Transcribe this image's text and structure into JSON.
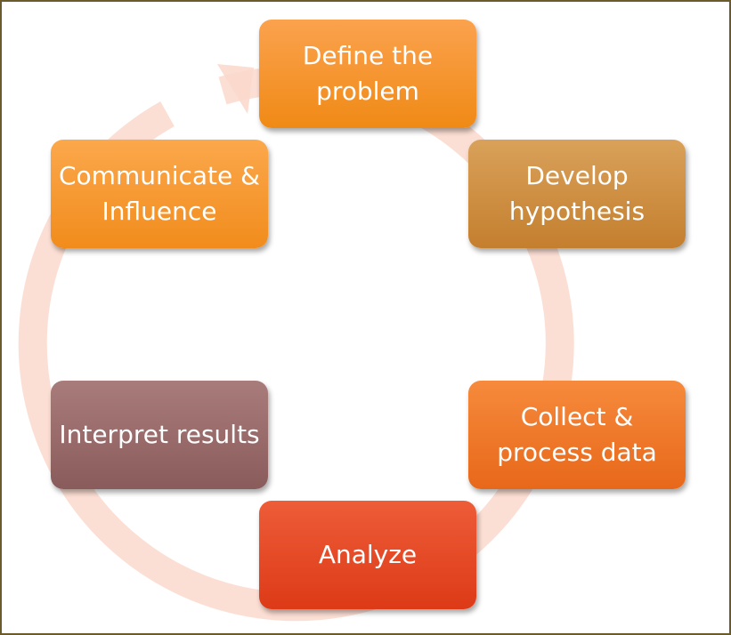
{
  "diagram": {
    "nodes": [
      {
        "id": "define",
        "label": "Define the problem"
      },
      {
        "id": "develop",
        "label": "Develop hypothesis"
      },
      {
        "id": "collect",
        "label": "Collect & process data"
      },
      {
        "id": "analyze",
        "label": "Analyze"
      },
      {
        "id": "interpret",
        "label": "Interpret results"
      },
      {
        "id": "communicate",
        "label": "Communicate & Influence"
      }
    ],
    "colors": {
      "ring": "#fbd9cc",
      "border": "#6b5a2a",
      "define": "#f5941f",
      "develop": "#cf8b3c",
      "collect": "#ee7427",
      "analyze": "#e4482a",
      "interpret": "#986868",
      "communicate": "#f79627"
    }
  }
}
